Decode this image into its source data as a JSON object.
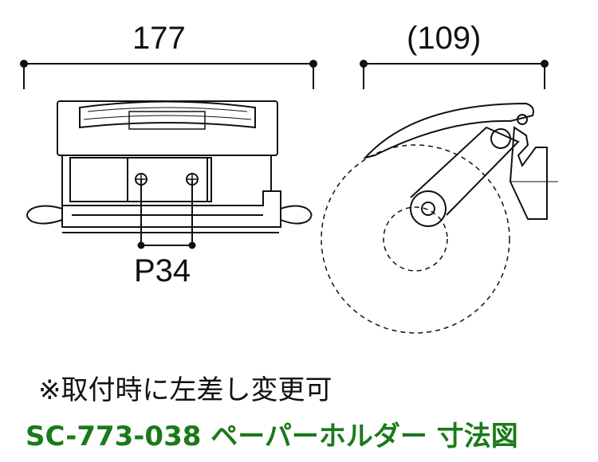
{
  "dimensions": {
    "width": "177",
    "depth": "(109)",
    "pitch": "P34"
  },
  "note": "※取付時に左差し変更可",
  "title": "SC-773-038 ペーパーホルダー 寸法図",
  "colors": {
    "title": "#1a7a1a",
    "lines": "#111111"
  }
}
